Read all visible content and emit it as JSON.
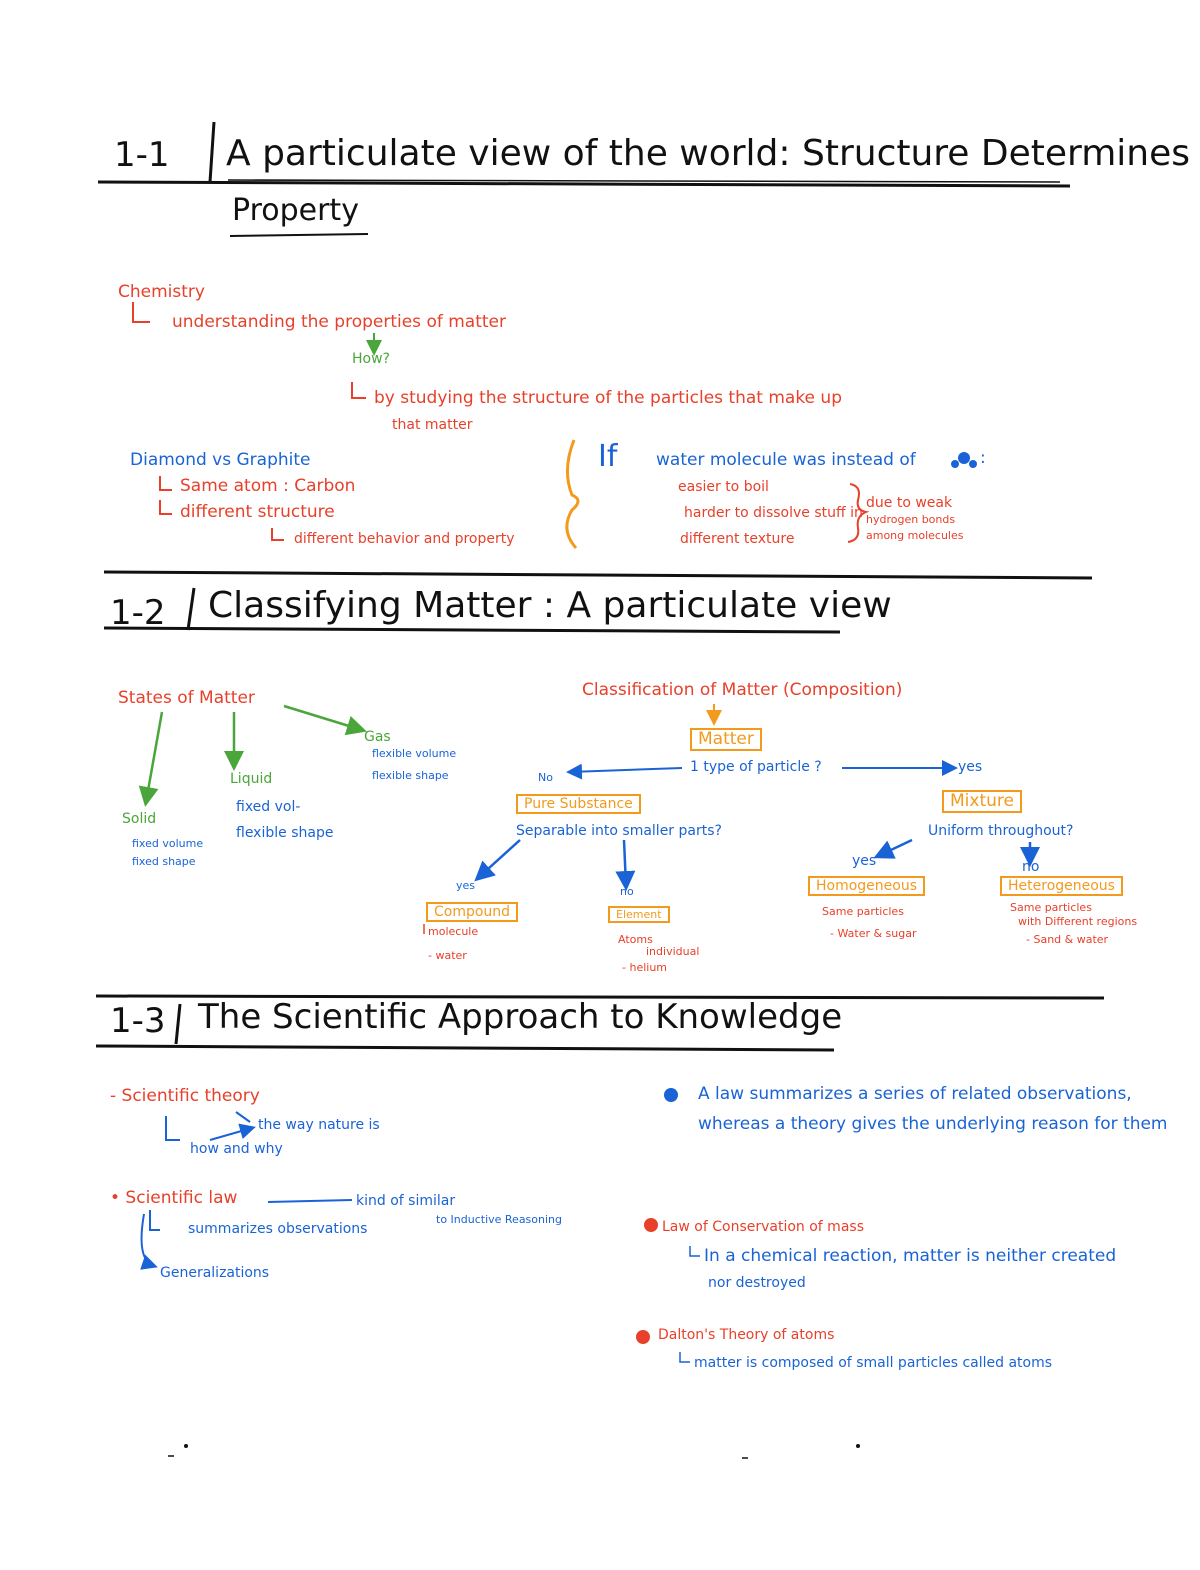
{
  "s1": {
    "num": "1-1",
    "title": "A particulate view of the world: Structure Determines",
    "title2": "Property",
    "chem": "Chemistry",
    "chem1": "understanding the properties of matter",
    "how": "How?",
    "chem2": "by studying the structure of the particles that make up",
    "chem3": "that matter",
    "dg": "Diamond vs Graphite",
    "dg1": "Same atom : Carbon",
    "dg2": "different structure",
    "dg3": "different behavior and property",
    "if": "If",
    "if_rest": "water molecule was instead of",
    "w1": "easier to boil",
    "w2": "harder to dissolve stuff in",
    "w3": "different texture",
    "due": "due to weak",
    "due2": "hydrogen bonds",
    "due3": "among molecules"
  },
  "s2": {
    "num": "1-2",
    "title": "Classifying Matter : A particulate view",
    "states": "States of Matter",
    "gas": "Gas",
    "gas1": "flexible volume",
    "gas2": "flexible shape",
    "liquid": "Liquid",
    "liq1": "fixed vol-",
    "liq2": "flexible shape",
    "solid": "Solid",
    "sol1": "fixed volume",
    "sol2": "fixed shape",
    "class": "Classification of Matter (Composition)",
    "matter": "Matter",
    "q1": "1 type of particle ?",
    "no": "No",
    "yes": "yes",
    "pure": "Pure Substance",
    "mixture": "Mixture",
    "q2": "Separable into smaller parts?",
    "q3": "Uniform throughout?",
    "yes2": "yes",
    "no2": "no",
    "compound": "Compound",
    "comp1": "molecule",
    "comp2": "- water",
    "element": "Element",
    "el1": "Atoms",
    "el1b": "individual",
    "el2": "- helium",
    "yes3": "yes",
    "no3": "no",
    "homog": "Homogeneous",
    "homo1": "Same particles",
    "homo2": "- Water & sugar",
    "hetero": "Heterogeneous",
    "het1": "Same particles",
    "het1b": "with Different regions",
    "het2": "- Sand & water"
  },
  "s3": {
    "num": "1-3",
    "title": "The Scientific Approach to Knowledge",
    "theory": "- Scientific theory",
    "th1": "the way nature is",
    "th2": "how and why",
    "law": "• Scientific law",
    "law_kind": "kind of similar",
    "law_kind2": "to Inductive Reasoning",
    "law1": "summarizes observations",
    "law2": "Generalizations",
    "sum": "A law summarizes a series of related observations,",
    "sum2": "whereas a theory gives the underlying reason for them",
    "cons": "Law of Conservation of mass",
    "cons1": "In a chemical reaction, matter is neither created",
    "cons2": "nor destroyed",
    "dalton": "Dalton's Theory of atoms",
    "dal1": "matter is composed of small particles called atoms"
  },
  "colors": {
    "red": "#e8402a",
    "blue": "#1a63d6",
    "green": "#4aa63a",
    "orange": "#f39a1c",
    "black": "#111111"
  }
}
